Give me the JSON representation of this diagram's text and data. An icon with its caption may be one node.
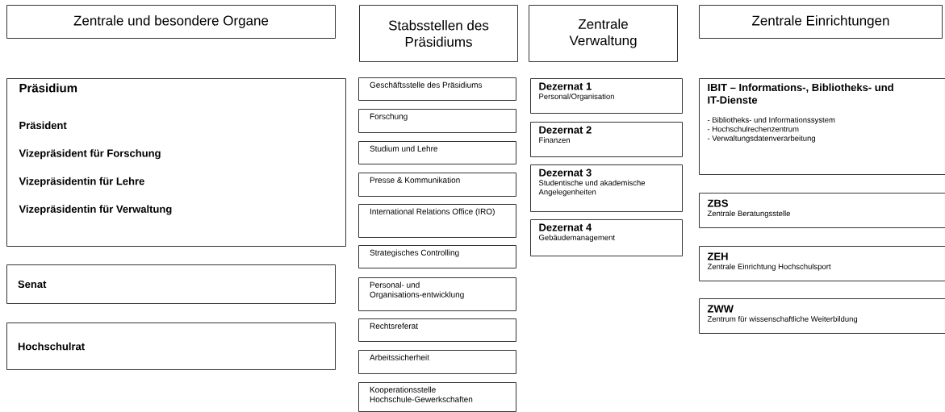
{
  "diagram": {
    "nodes": [
      {
        "text": [
          "Zentrale und besondere Organe"
        ]
      },
      {
        "text": [
          "Stabsstellen des Präsidiums"
        ]
      },
      {
        "text": [
          "Zentrale Verwaltung"
        ]
      },
      {
        "text": [
          "Zentrale Einrichtungen"
        ]
      },
      {
        "text": [
          "Präsidium",
          "Präsident",
          "Vizepräsident für Forschung",
          "Vizepräsidentin für Lehre",
          "Vizepräsidentin für Verwaltung"
        ]
      },
      {
        "text": [
          "Senat"
        ]
      },
      {
        "text": [
          "Hochschulrat"
        ]
      },
      {
        "text": [
          "Geschäftsstelle des Präsidiums"
        ]
      },
      {
        "text": [
          "Forschung"
        ]
      },
      {
        "text": [
          "Studium und Lehre"
        ]
      },
      {
        "text": [
          "Presse & Kommunikation"
        ]
      },
      {
        "text": [
          "International Relations Office (IRO)"
        ]
      },
      {
        "text": [
          "Strategisches Controlling"
        ]
      },
      {
        "text": [
          "Personal- und Organisations-entwicklung"
        ]
      },
      {
        "text": [
          "Rechtsreferat"
        ]
      },
      {
        "text": [
          "Arbeitssicherheit"
        ]
      },
      {
        "text": [
          "Kooperationsstelle Hochschule-Gewerkschaften"
        ]
      },
      {
        "text": [
          "Dezernat 1",
          "Personal/Organisation"
        ]
      },
      {
        "text": [
          "Dezernat 2",
          "Finanzen"
        ]
      },
      {
        "text": [
          "Dezernat 3",
          "Studentische und akademische Angelegenheiten"
        ]
      },
      {
        "text": [
          "Dezernat 4",
          "Gebäudemanagement"
        ]
      },
      {
        "text": [
          "IBIT – Informations-, Bibliotheks- und IT-Dienste",
          "- Bibliotheks- und Informationssystem",
          "- Hochschulrechenzentrum",
          "- Verwaltungsdatenverarbeitung"
        ]
      },
      {
        "text": [
          "ZBS",
          "Zentrale Beratungsstelle"
        ]
      },
      {
        "text": [
          "ZEH",
          "Zentrale Einrichtung Hochschulsport"
        ]
      },
      {
        "text": [
          "ZWW",
          "Zentrum für wissenschaftliche Weiterbildung"
        ]
      }
    ]
  }
}
